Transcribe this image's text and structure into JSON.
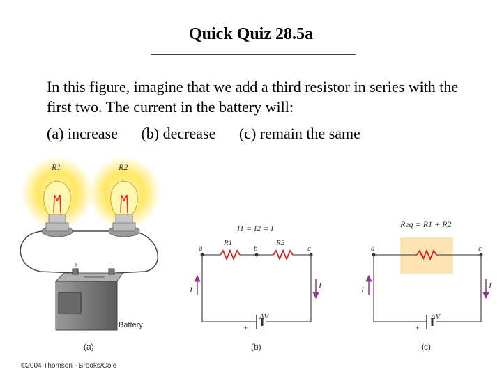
{
  "title": "Quick Quiz 28.5a",
  "question": "In this figure, imagine that we add a third resistor in series with the first two. The current in the battery will:",
  "choices": [
    "(a) increase",
    "(b) decrease",
    "(c) remain the same"
  ],
  "figure": {
    "panel_a": {
      "r1": "R1",
      "r2": "R2",
      "plus": "+",
      "minus": "−",
      "battery": "Battery",
      "caption": "(a)"
    },
    "panel_b": {
      "equation": "I1 = I2 = I",
      "a": "a",
      "b": "b",
      "c": "c",
      "r1": "R1",
      "r2": "R2",
      "i_left": "I",
      "i_right": "I",
      "dv": "ΔV",
      "plus": "+",
      "minus": "−",
      "caption": "(b)"
    },
    "panel_c": {
      "equation": "Req = R1 + R2",
      "a": "a",
      "c": "c",
      "i_left": "I",
      "i_right": "I",
      "dv": "ΔV",
      "plus": "+",
      "minus": "−",
      "caption": "(c)"
    },
    "copyright": "©2004 Thomson - Brooks/Cole"
  },
  "colors": {
    "wire": "#555555",
    "resistor": "#d42020",
    "arrow": "#8a3a8a",
    "glow": "#ffe34a",
    "req_box": "#fbe3b4"
  }
}
